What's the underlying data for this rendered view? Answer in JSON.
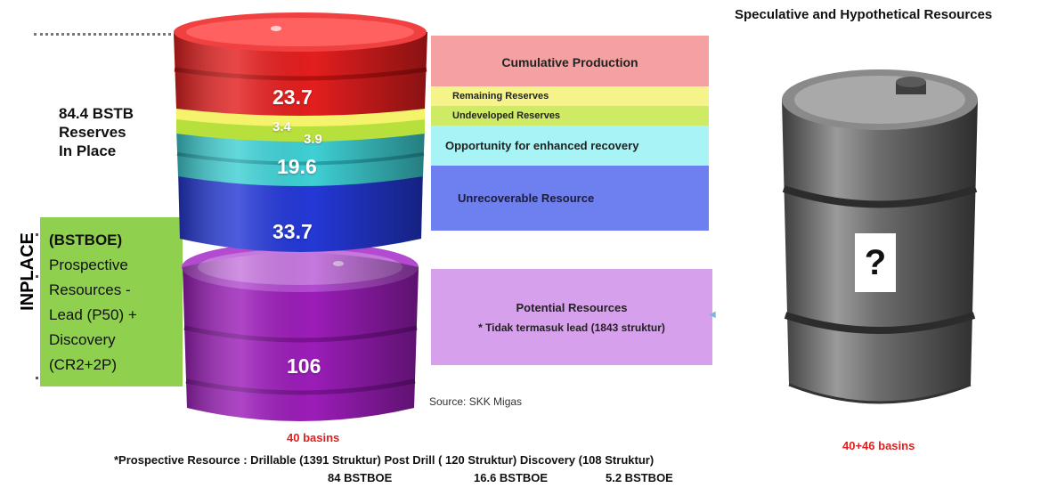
{
  "title_right": "Speculative and Hypothetical Resources",
  "reserves_in_place": [
    "84.4 BSTB",
    "Reserves",
    "In Place"
  ],
  "inplace_label": "INPLACE",
  "prospective_box": {
    "heading": "(BSTBOE)",
    "lines": [
      "Prospective",
      "Resources -",
      "Lead (P50) +",
      "Discovery",
      "(CR2+2P)"
    ]
  },
  "barrel_values": {
    "cumulative": "23.7",
    "remaining": "3.4",
    "undeveloped": "3.9",
    "opportunity": "19.6",
    "unrecoverable": "33.7",
    "potential": "106"
  },
  "categories": {
    "cumulative": "Cumulative Production",
    "remaining": "Remaining Reserves",
    "undeveloped": "Undeveloped Reserves",
    "opportunity": "Opportunity for enhanced recovery",
    "unrecoverable": "Unrecoverable Resource",
    "potential": "Potential Resources",
    "potential_note": "* Tidak termasuk lead (1843 struktur)"
  },
  "source": "Source: SKK Migas",
  "basins_left": "40 basins",
  "basins_right": "40+46 basins",
  "unknown_symbol": "?",
  "footer": {
    "line1": "*Prospective Resource : Drillable (1391 Struktur) Post Drill  ( 120 Struktur) Discovery (108 Struktur)",
    "values": [
      "84 BSTBOE",
      "16.6 BSTBOE",
      "5.2  BSTBOE"
    ]
  },
  "colors": {
    "cumulative": "#e31e1e",
    "remaining": "#f4f36b",
    "undeveloped": "#b8e03d",
    "opportunity": "#3fd0d4",
    "unrecoverable": "#2438d6",
    "potential": "#9b1db8",
    "barrel_gray": "#6e6e6e"
  }
}
